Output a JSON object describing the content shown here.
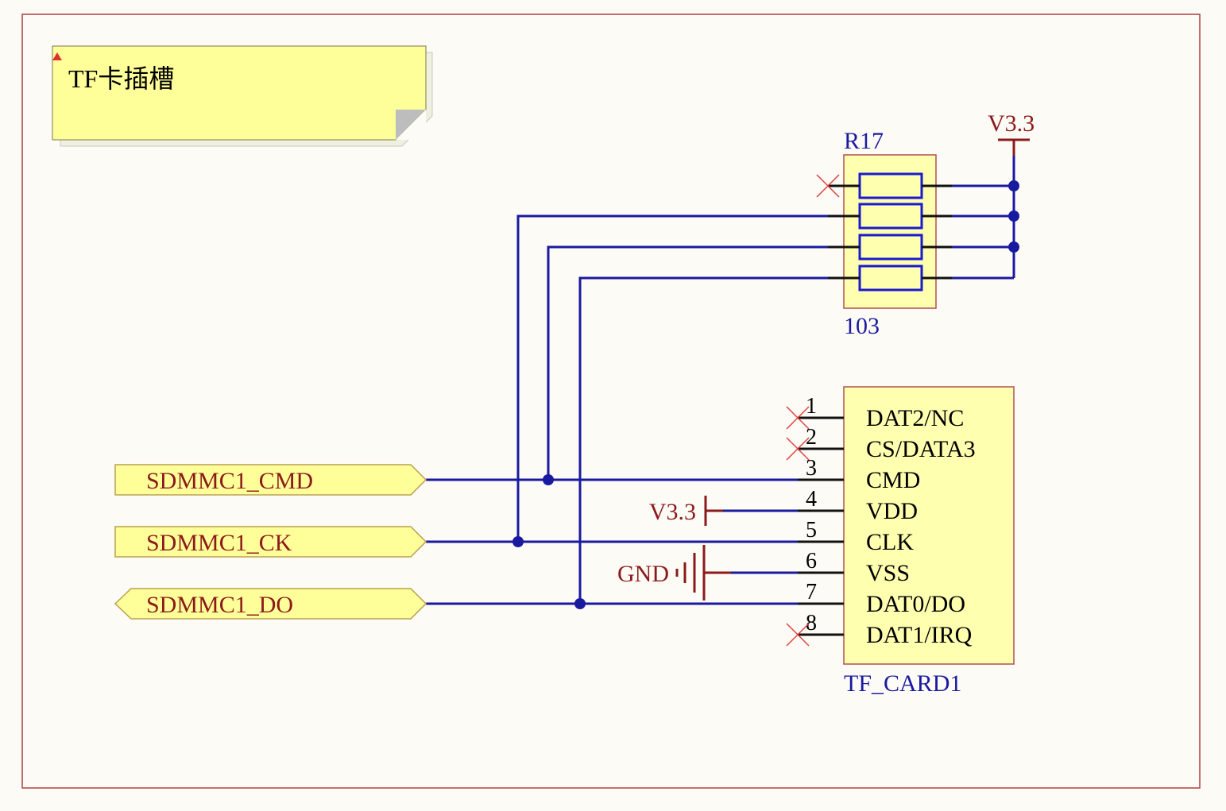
{
  "note": {
    "text": "TF卡插槽"
  },
  "colors": {
    "background": "#fdfbf5",
    "border": "#b04040",
    "wire": "#1a1aa0",
    "power": "#8b1a1a",
    "component_fill": "#ffffb0",
    "no_connect": "#e04040"
  },
  "resistor": {
    "designator": "R17",
    "value": "103"
  },
  "power_top": {
    "label": "V3.3"
  },
  "power_vdd": {
    "label": "V3.3"
  },
  "ground": {
    "label": "GND"
  },
  "connector": {
    "designator": "TF_CARD1",
    "pins": [
      {
        "number": "1",
        "name": "DAT2/NC"
      },
      {
        "number": "2",
        "name": "CS/DATA3"
      },
      {
        "number": "3",
        "name": "CMD"
      },
      {
        "number": "4",
        "name": "VDD"
      },
      {
        "number": "5",
        "name": "CLK"
      },
      {
        "number": "6",
        "name": "VSS"
      },
      {
        "number": "7",
        "name": "DAT0/DO"
      },
      {
        "number": "8",
        "name": "DAT1/IRQ"
      }
    ]
  },
  "ports": [
    {
      "name": "SDMMC1_CMD",
      "direction": "input"
    },
    {
      "name": "SDMMC1_CK",
      "direction": "input"
    },
    {
      "name": "SDMMC1_DO",
      "direction": "output"
    }
  ]
}
